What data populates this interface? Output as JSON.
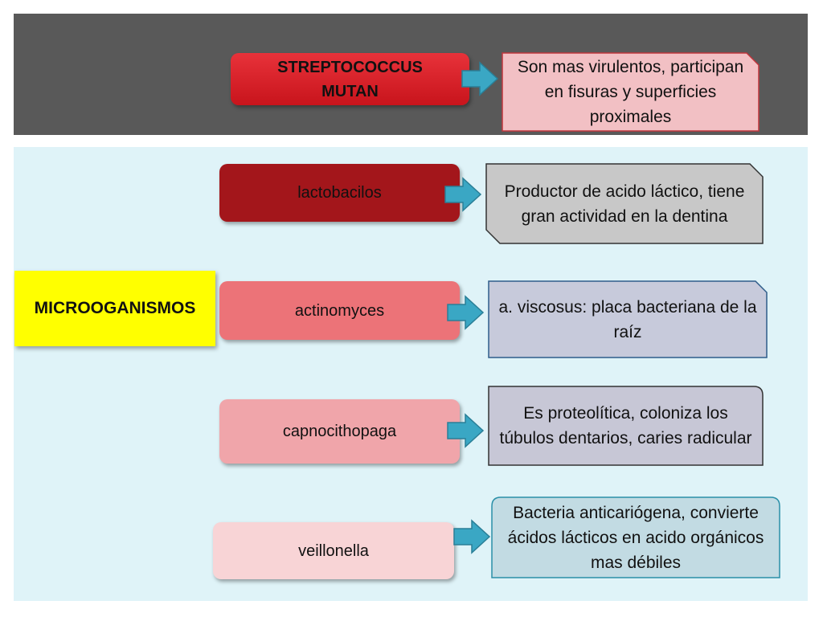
{
  "root": {
    "label": "MICROOGANISMOS"
  },
  "items": [
    {
      "name": "STREPTOCOCCUS MUTAN",
      "description": "Son mas virulentos, participan en fisuras y superficies proximales"
    },
    {
      "name": "lactobacilos",
      "description": "Productor de acido láctico, tiene gran actividad en la dentina"
    },
    {
      "name": "actinomyces",
      "description": "a. viscosus: placa bacteriana de la raíz"
    },
    {
      "name": "capnocithopaga",
      "description": "Es proteolítica, coloniza los túbulos dentarios, caries radicular"
    },
    {
      "name": "veillonella",
      "description": "Bacteria anticariógena, convierte ácidos lácticos en acido orgánicos mas débiles"
    }
  ],
  "colors": {
    "header_band": "#595959",
    "panel": "#dff3f8",
    "root_box": "#ffff00",
    "arrow": "#3aa7c4",
    "org_boxes": [
      "#d61f26",
      "#a3161b",
      "#ec7378",
      "#f0a5aa",
      "#f8d4d6"
    ],
    "desc_boxes": [
      "#f2c0c4",
      "#c8c8c8",
      "#c7cadb",
      "#c7c7d6",
      "#c2dbe3"
    ]
  }
}
